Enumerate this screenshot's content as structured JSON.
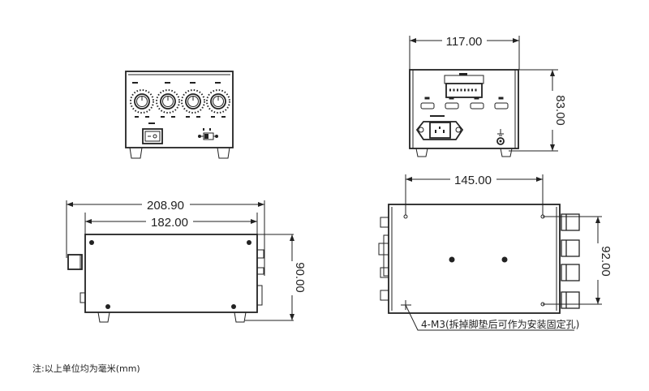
{
  "rear_view": {
    "width_dim": "117.00",
    "height_dim": "83.00"
  },
  "side_view": {
    "overall_length_dim": "208.90",
    "body_length_dim": "182.00",
    "height_dim": "90.00"
  },
  "bottom_view": {
    "hole_spacing_x_dim": "145.00",
    "hole_spacing_y_dim": "92.00",
    "mounting_hole_label": "4-M3(拆掉脚垫后可作为安装固定孔)"
  },
  "footnote": "注:以上单位均为毫米(mm)"
}
